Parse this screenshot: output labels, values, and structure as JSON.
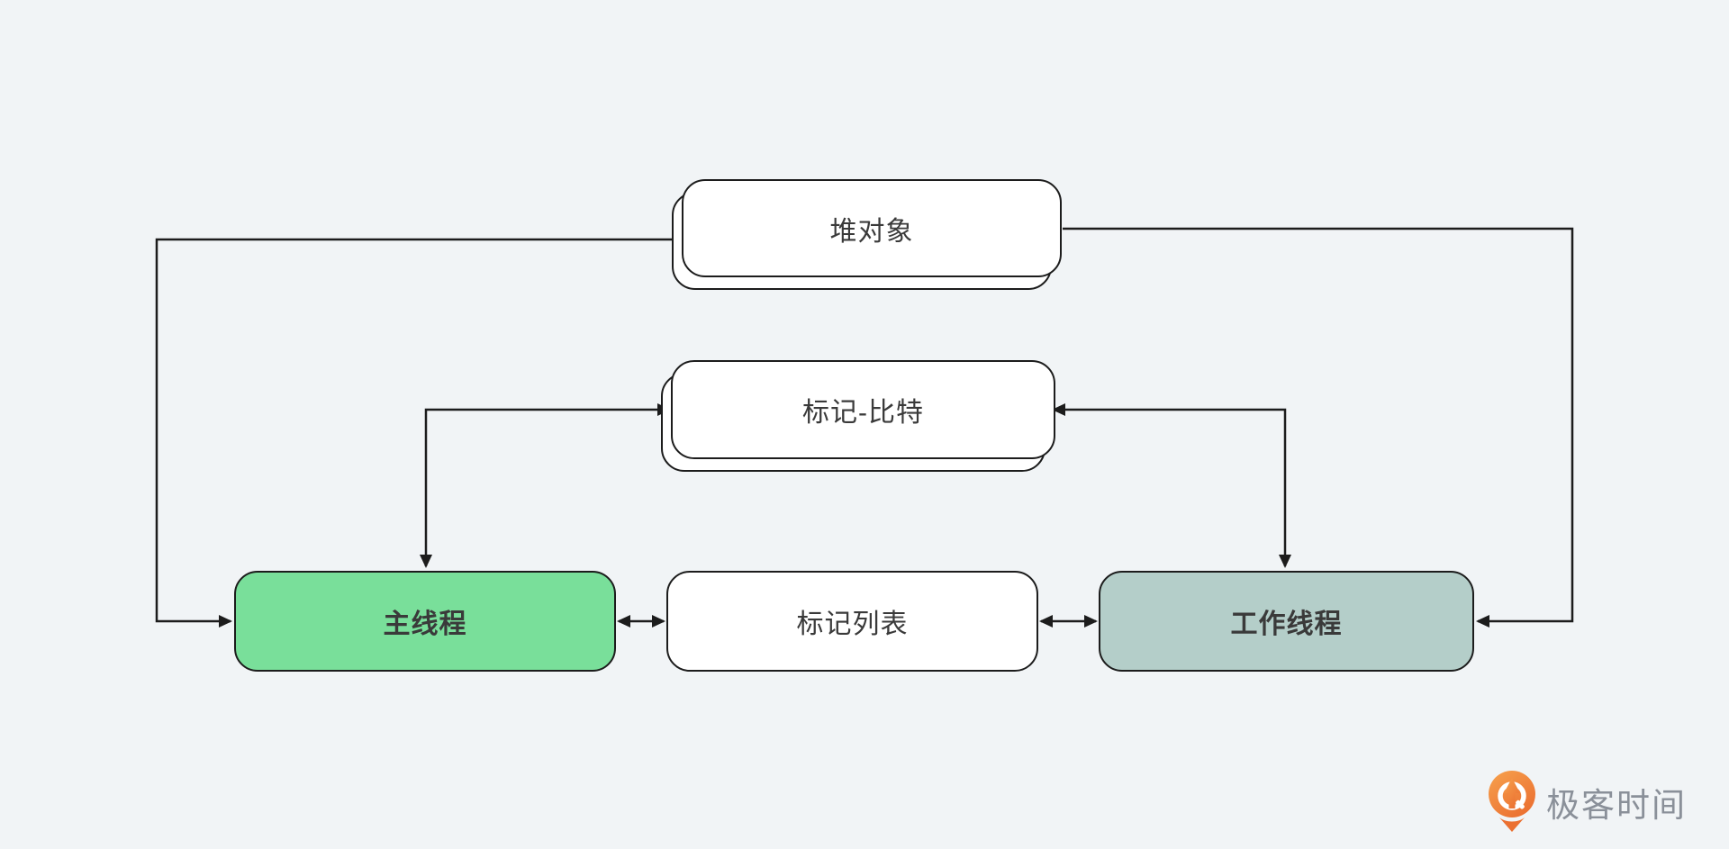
{
  "diagram": {
    "title": "GC mark phase threading diagram",
    "background_color": "#F1F4F6",
    "stroke_color": "#1C1C1C",
    "text_color": "#3A3A3A",
    "nodes": [
      {
        "id": "heap",
        "label": "堆对象",
        "fill": "#FFFFFF",
        "stacked": true,
        "bold": false
      },
      {
        "id": "mark_bit",
        "label": "标记-比特",
        "fill": "#FFFFFF",
        "stacked": true,
        "bold": false
      },
      {
        "id": "main_thread",
        "label": "主线程",
        "fill": "#79DF9A",
        "stacked": false,
        "bold": true
      },
      {
        "id": "mark_list",
        "label": "标记列表",
        "fill": "#FFFFFF",
        "stacked": false,
        "bold": false
      },
      {
        "id": "worker_thread",
        "label": "工作线程",
        "fill": "#B4CEC9",
        "stacked": false,
        "bold": true
      }
    ],
    "edges": [
      {
        "from": "heap",
        "to": "main_thread",
        "arrows": "single",
        "direction": "into-main_thread"
      },
      {
        "from": "heap",
        "to": "worker_thread",
        "arrows": "single",
        "direction": "into-worker_thread"
      },
      {
        "from": "mark_bit",
        "to": "main_thread",
        "arrows": "double"
      },
      {
        "from": "mark_bit",
        "to": "worker_thread",
        "arrows": "double"
      },
      {
        "from": "main_thread",
        "to": "mark_list",
        "arrows": "double"
      },
      {
        "from": "mark_list",
        "to": "worker_thread",
        "arrows": "double"
      }
    ]
  },
  "logo": {
    "text": "极客时间",
    "text_color": "#8A9099",
    "icon": "geektime-pin-icon",
    "icon_color_top": "#F7A24D",
    "icon_color_bottom": "#EB7031"
  }
}
